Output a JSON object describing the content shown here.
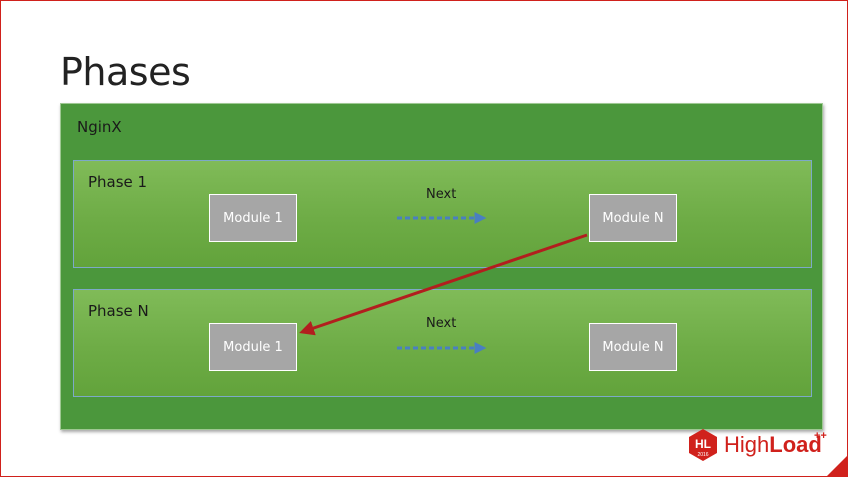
{
  "slide": {
    "title": "Phases"
  },
  "container": {
    "label": "NginX"
  },
  "phases": [
    {
      "label": "Phase 1",
      "first_module": "Module 1",
      "next_label": "Next",
      "last_module": "Module N"
    },
    {
      "label": "Phase N",
      "first_module": "Module 1",
      "next_label": "Next",
      "last_module": "Module N"
    }
  ],
  "logo": {
    "badge": "HL",
    "badge_year": "2016",
    "name_light": "High",
    "name_bold": "Load",
    "suffix": "++"
  },
  "colors": {
    "accent_red": "#d0211c",
    "container_green": "#4b973c",
    "phase_green": "#6eac46",
    "module_gray": "#a6a6a6",
    "dashed_arrow_blue": "#4a7fc1",
    "transition_arrow": "#b21e1e"
  }
}
